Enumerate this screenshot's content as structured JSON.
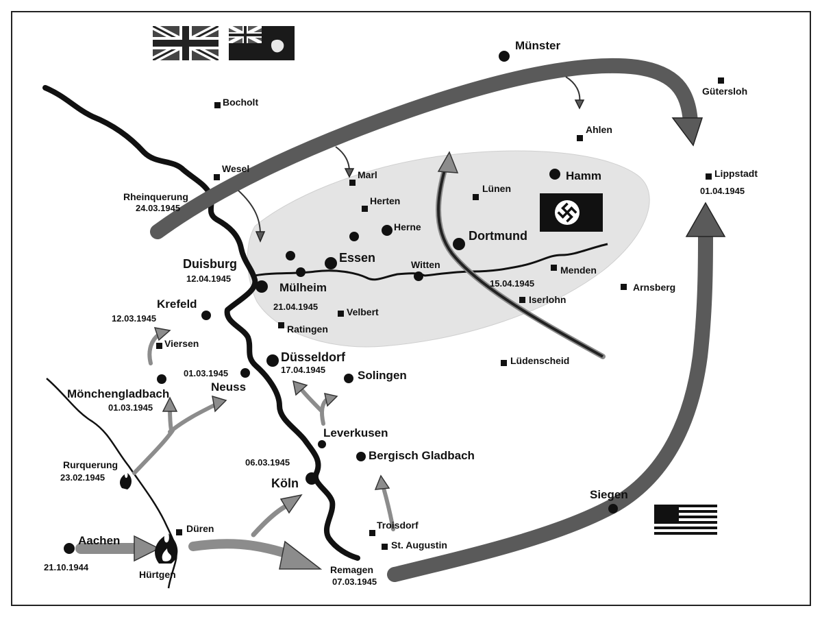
{
  "labels": {
    "munster": "Münster",
    "gutersloh": "Gütersloh",
    "bocholt": "Bocholt",
    "ahlen": "Ahlen",
    "wesel": "Wesel",
    "marl": "Marl",
    "hamm": "Hamm",
    "lippstadt": "Lippstadt",
    "lippstadt_date": "01.04.1945",
    "rheinquerung": "Rheinquerung",
    "rheinquerung_date": "24.03.1945",
    "herten": "Herten",
    "lunen": "Lünen",
    "herne": "Herne",
    "dortmund": "Dortmund",
    "duisburg": "Duisburg",
    "duisburg_date": "12.04.1945",
    "essen": "Essen",
    "witten": "Witten",
    "menden": "Menden",
    "mulheim": "Mülheim",
    "ruhr_date": "15.04.1945",
    "arnsberg": "Arnsberg",
    "iserlohn": "Iserlohn",
    "krefeld": "Krefeld",
    "krefeld_date": "12.03.1945",
    "pocket_date": "21.04.1945",
    "velbert": "Velbert",
    "ratingen": "Ratingen",
    "viersen": "Viersen",
    "dusseldorf": "Düsseldorf",
    "dusseldorf_date": "17.04.1945",
    "ludenscheid": "Lüdenscheid",
    "neuss_date": "01.03.1945",
    "neuss": "Neuss",
    "solingen": "Solingen",
    "monchengladbach": "Mönchengladbach",
    "monchengladbach_date": "01.03.1945",
    "leverkusen": "Leverkusen",
    "bergisch_gladbach": "Bergisch Gladbach",
    "koln_date": "06.03.1945",
    "koln": "Köln",
    "rurquerung": "Rurquerung",
    "rurquerung_date": "23.02.1945",
    "siegen": "Siegen",
    "troisdorf": "Troisdorf",
    "duren": "Düren",
    "aachen": "Aachen",
    "st_augustin": "St. Augustin",
    "aachen_date": "21.10.1944",
    "hurtgen": "Hürtgen",
    "remagen": "Remagen",
    "remagen_date": "07.03.1945"
  },
  "flags": {
    "uk": "flag-uk-icon",
    "canada": "flag-canadian-red-ensign-icon",
    "germany": "flag-nazi-swastika-icon",
    "usa": "flag-usa-icon"
  },
  "colors": {
    "arrow_dark": "#5a5a5a",
    "arrow_light": "#8c8c8c",
    "pocket_zone": "#e4e4e4",
    "ink": "#111111"
  }
}
